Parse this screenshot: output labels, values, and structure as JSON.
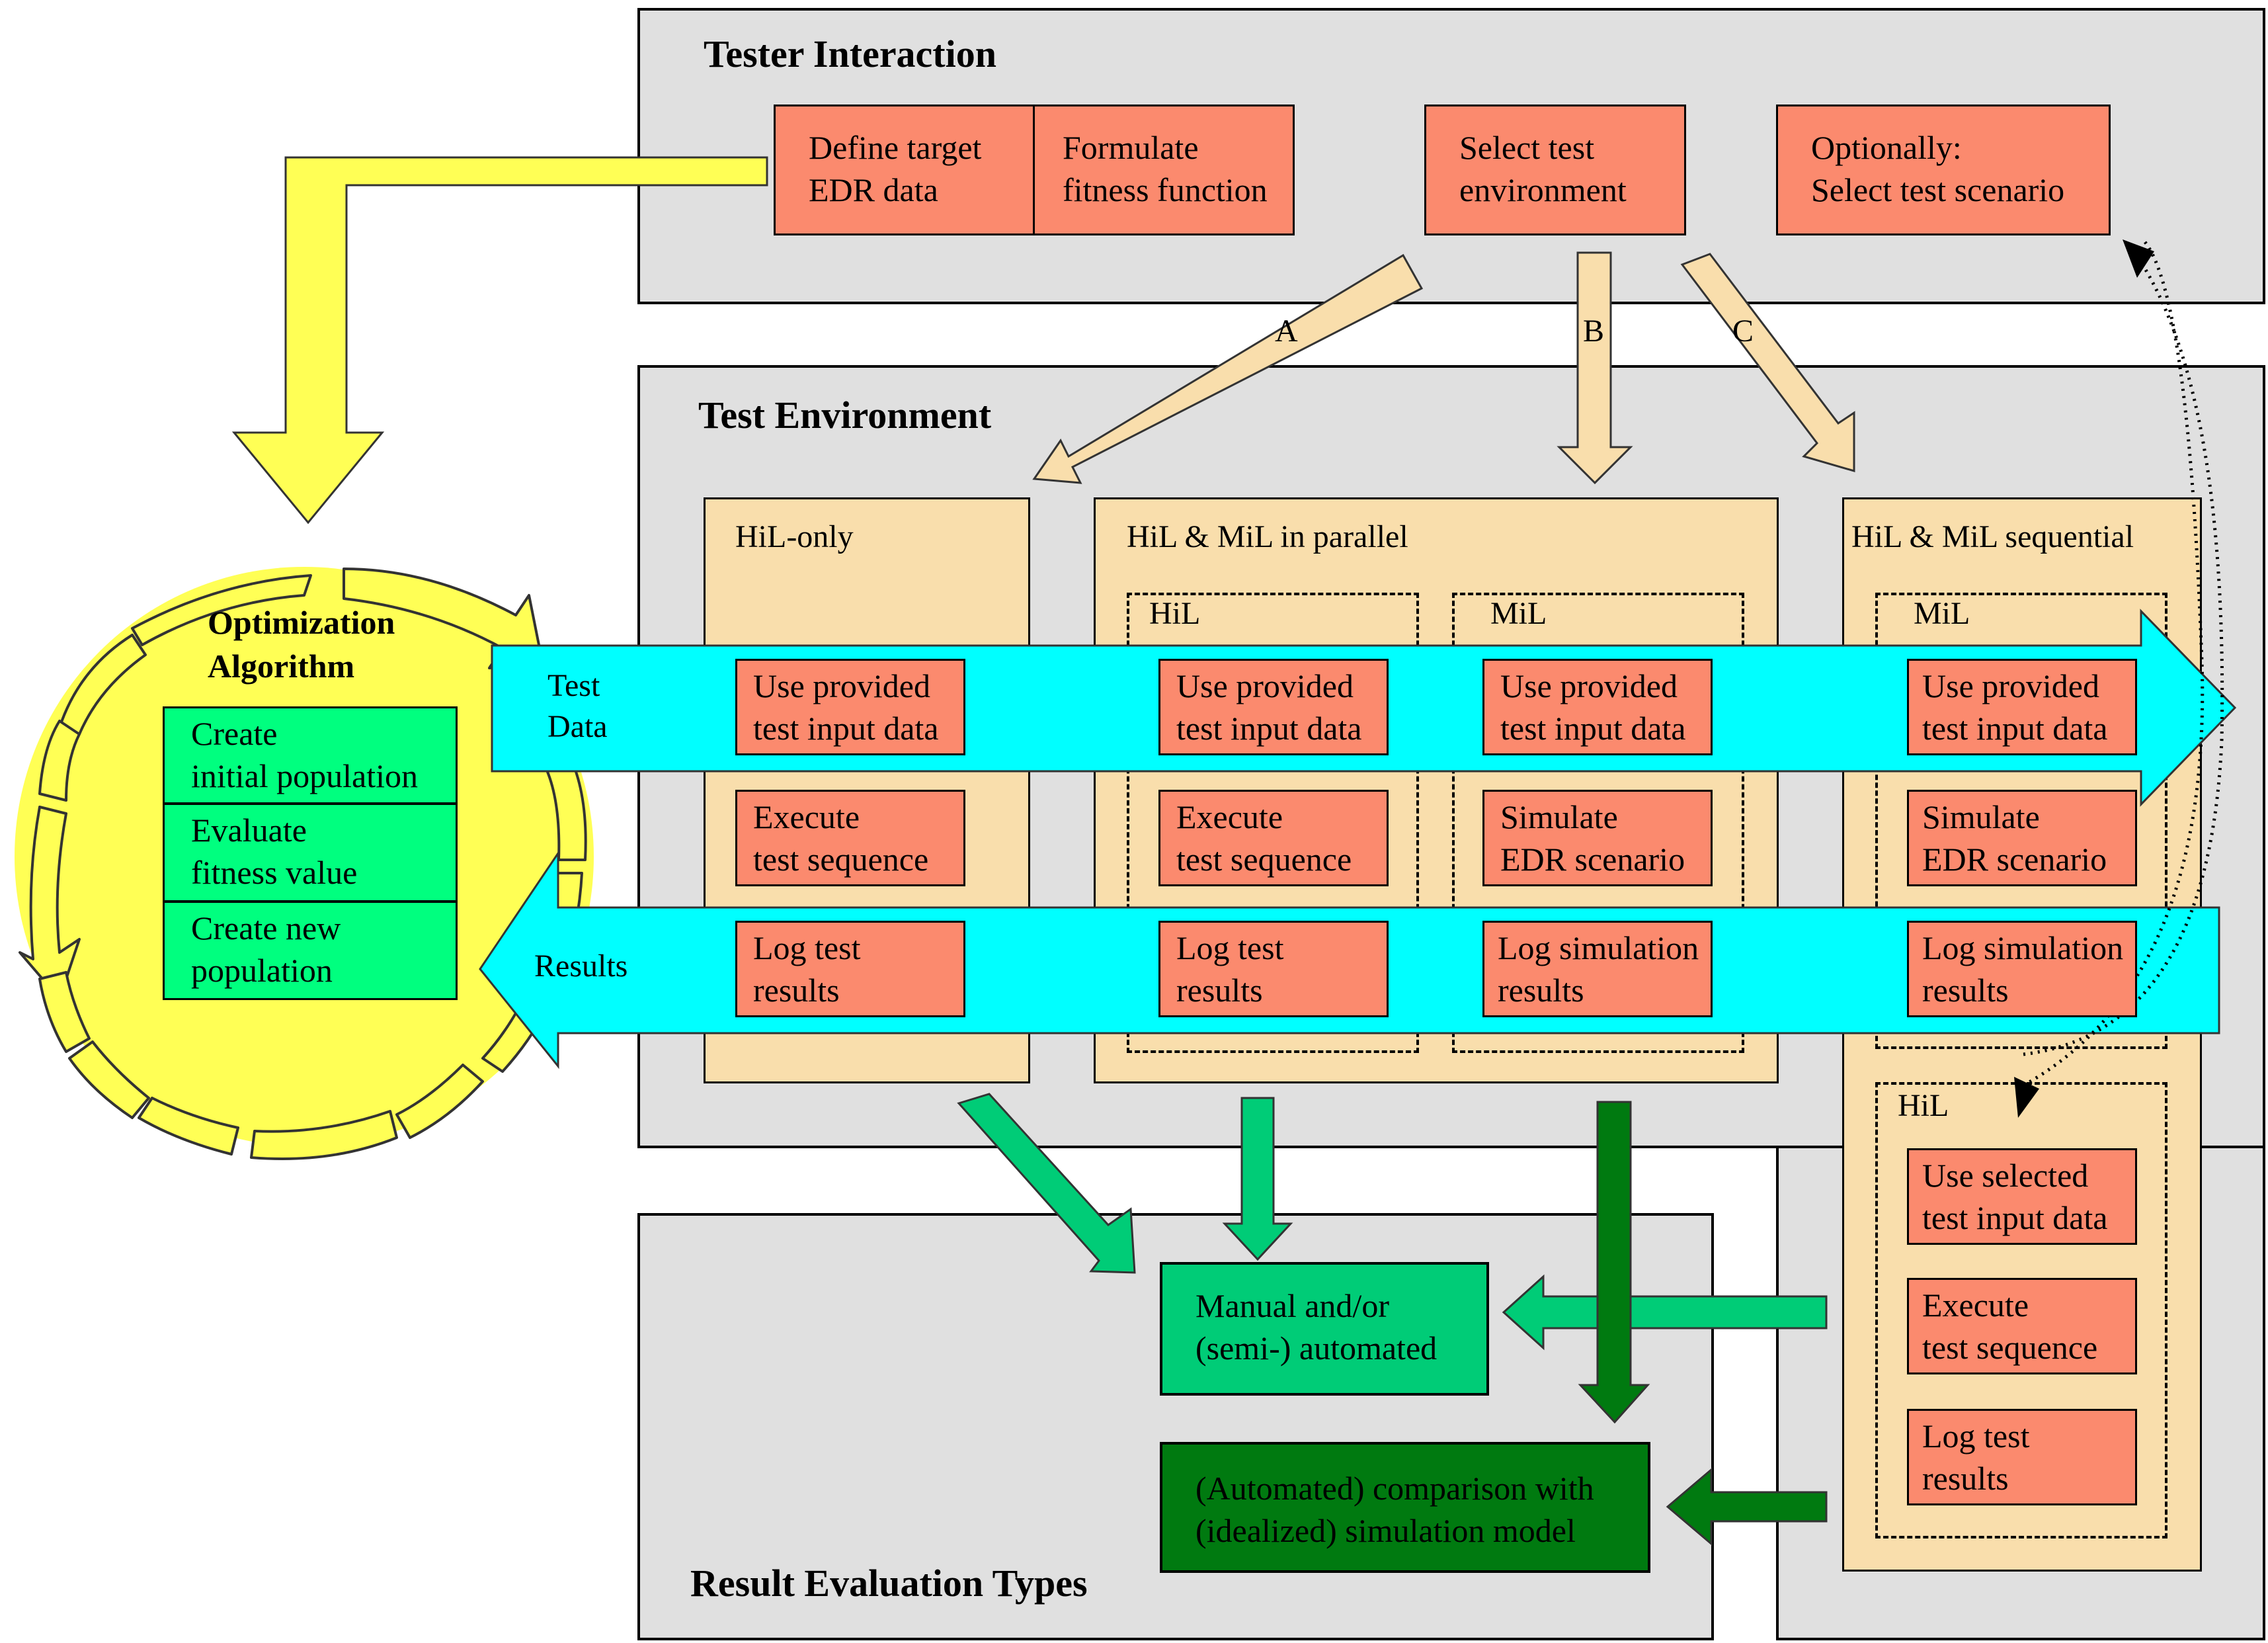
{
  "tester_interaction": {
    "title": "Tester Interaction",
    "define_target": "Define target\nEDR data",
    "formulate_fitness": "Formulate\nfitness function",
    "select_environment": "Select test\nenvironment",
    "select_scenario": "Optionally:\nSelect test scenario"
  },
  "choices": {
    "a": "A",
    "b": "B",
    "c": "C"
  },
  "test_environment": {
    "title": "Test Environment",
    "hil_only": {
      "title": "HiL-only",
      "step1": "Use provided\ntest input data",
      "step2": "Execute\ntest sequence",
      "step3": "Log test\nresults"
    },
    "parallel": {
      "title": "HiL & MiL in parallel",
      "hil_label": "HiL",
      "mil_label": "MiL",
      "hil_step1": "Use provided\ntest input data",
      "hil_step2": "Execute\ntest sequence",
      "hil_step3": "Log test\nresults",
      "mil_step1": "Use provided\ntest input data",
      "mil_step2": "Simulate\nEDR scenario",
      "mil_step3": "Log simulation\nresults"
    },
    "sequential": {
      "title": "HiL & MiL sequential",
      "mil_label": "MiL",
      "hil_label": "HiL",
      "mil_step1": "Use provided\ntest input data",
      "mil_step2": "Simulate\nEDR scenario",
      "mil_step3": "Log simulation\nresults",
      "hil_step1": "Use selected\ntest input data",
      "hil_step2": "Execute\ntest sequence",
      "hil_step3": "Log test\nresults"
    }
  },
  "flows": {
    "test_data": "Test\nData",
    "results": "Results"
  },
  "optimization": {
    "title": "Optimization\nAlgorithm",
    "step1": "Create\ninitial population",
    "step2": "Evaluate\nfitness value",
    "step3": "Create new\npopulation"
  },
  "result_evaluation": {
    "title": "Result Evaluation Types",
    "manual": "Manual and/or\n(semi-) automated",
    "automated": "(Automated) comparison with\n(idealized) simulation model"
  },
  "colors": {
    "panel": "#e0e0e0",
    "env_box": "#f9deac",
    "step": "#fb8a6e",
    "opt_step": "#00ff7f",
    "yellow": "#ffff55",
    "cyan": "#00ffff",
    "light_green": "#00cc77",
    "dark_green": "#007a10",
    "tan_arrow": "#f9deac"
  }
}
